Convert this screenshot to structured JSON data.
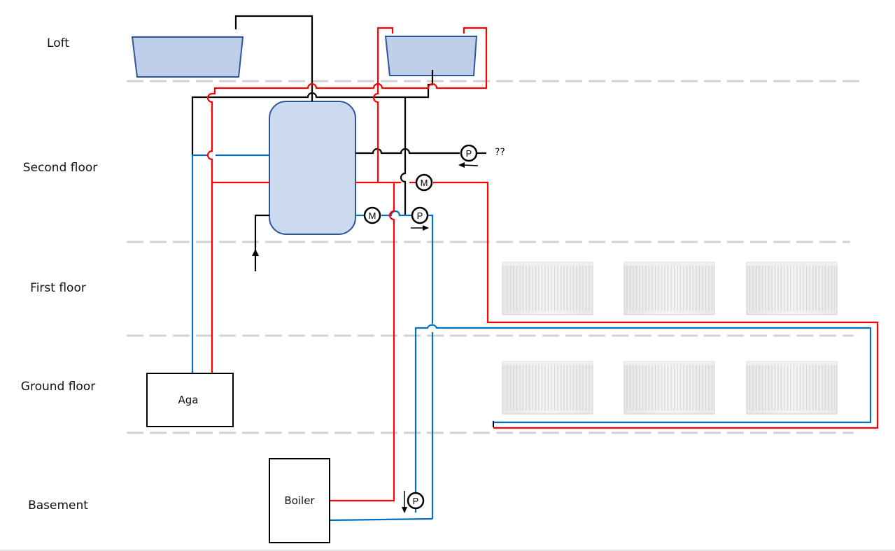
{
  "title": "Heating system schematic",
  "floors": [
    {
      "id": "loft",
      "label": "Loft"
    },
    {
      "id": "second",
      "label": "Second floor"
    },
    {
      "id": "first",
      "label": "First floor"
    },
    {
      "id": "ground",
      "label": "Ground floor"
    },
    {
      "id": "basement",
      "label": "Basement"
    }
  ],
  "components": {
    "aga": {
      "label": "Aga"
    },
    "boiler": {
      "label": "Boiler"
    },
    "cylinder": {
      "label": ""
    },
    "cold_tank": {
      "label": ""
    },
    "expansion_tank": {
      "label": ""
    },
    "unknown_outlet": {
      "label": "??"
    }
  },
  "pumps": [
    {
      "id": "pump-hot-water-return",
      "symbol": "P"
    },
    {
      "id": "pump-heating-flow",
      "symbol": "P"
    },
    {
      "id": "pump-boiler",
      "symbol": "P"
    }
  ],
  "valves": [
    {
      "id": "motorised-valve-cylinder",
      "symbol": "M"
    },
    {
      "id": "motorised-valve-heating",
      "symbol": "M"
    }
  ],
  "radiators": {
    "first_floor_count": 3,
    "ground_floor_count": 3
  },
  "colors": {
    "hot_pipe": "#ff0000",
    "cold_pipe": "#0070c0",
    "feed_pipe": "#000000",
    "tank_fill": "#bfcfe9",
    "tank_stroke": "#2f5597",
    "cylinder_fill": "#ccdaf0",
    "floor_divider": "#d0d0d0"
  }
}
